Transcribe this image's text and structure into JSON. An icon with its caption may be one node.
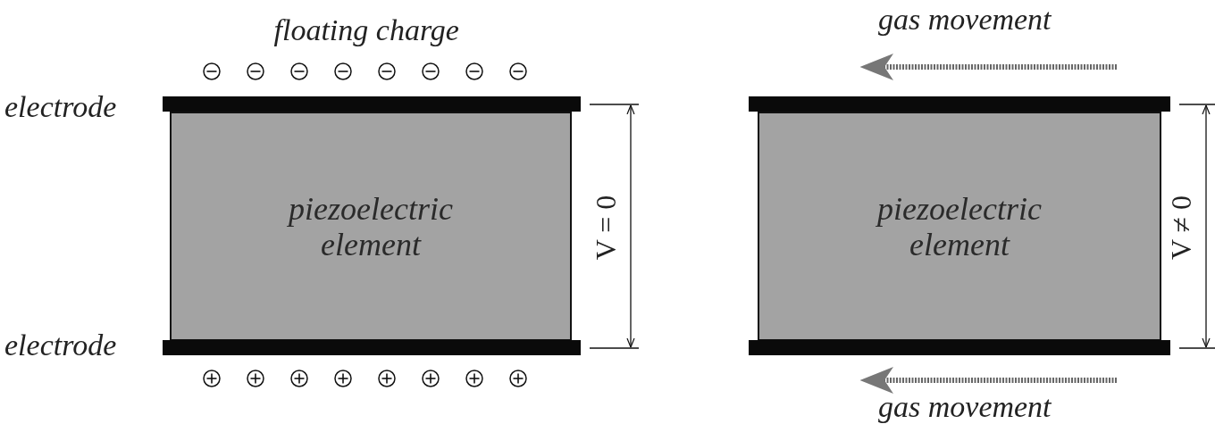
{
  "diagram": {
    "nodes": [
      {
        "text": [],
        "shape": "bar"
      },
      {
        "text": [
          "piezoelectric element"
        ]
      },
      {
        "text": [],
        "shape": "bar"
      },
      {
        "text": [],
        "shape": "bar"
      },
      {
        "text": [
          "piezoelectric element"
        ]
      },
      {
        "text": [],
        "shape": "bar"
      }
    ],
    "labels": [
      "floating charge",
      "electrode",
      "electrode",
      "V = 0",
      "gas movement",
      "V ≠ 0",
      "gas movement"
    ]
  }
}
